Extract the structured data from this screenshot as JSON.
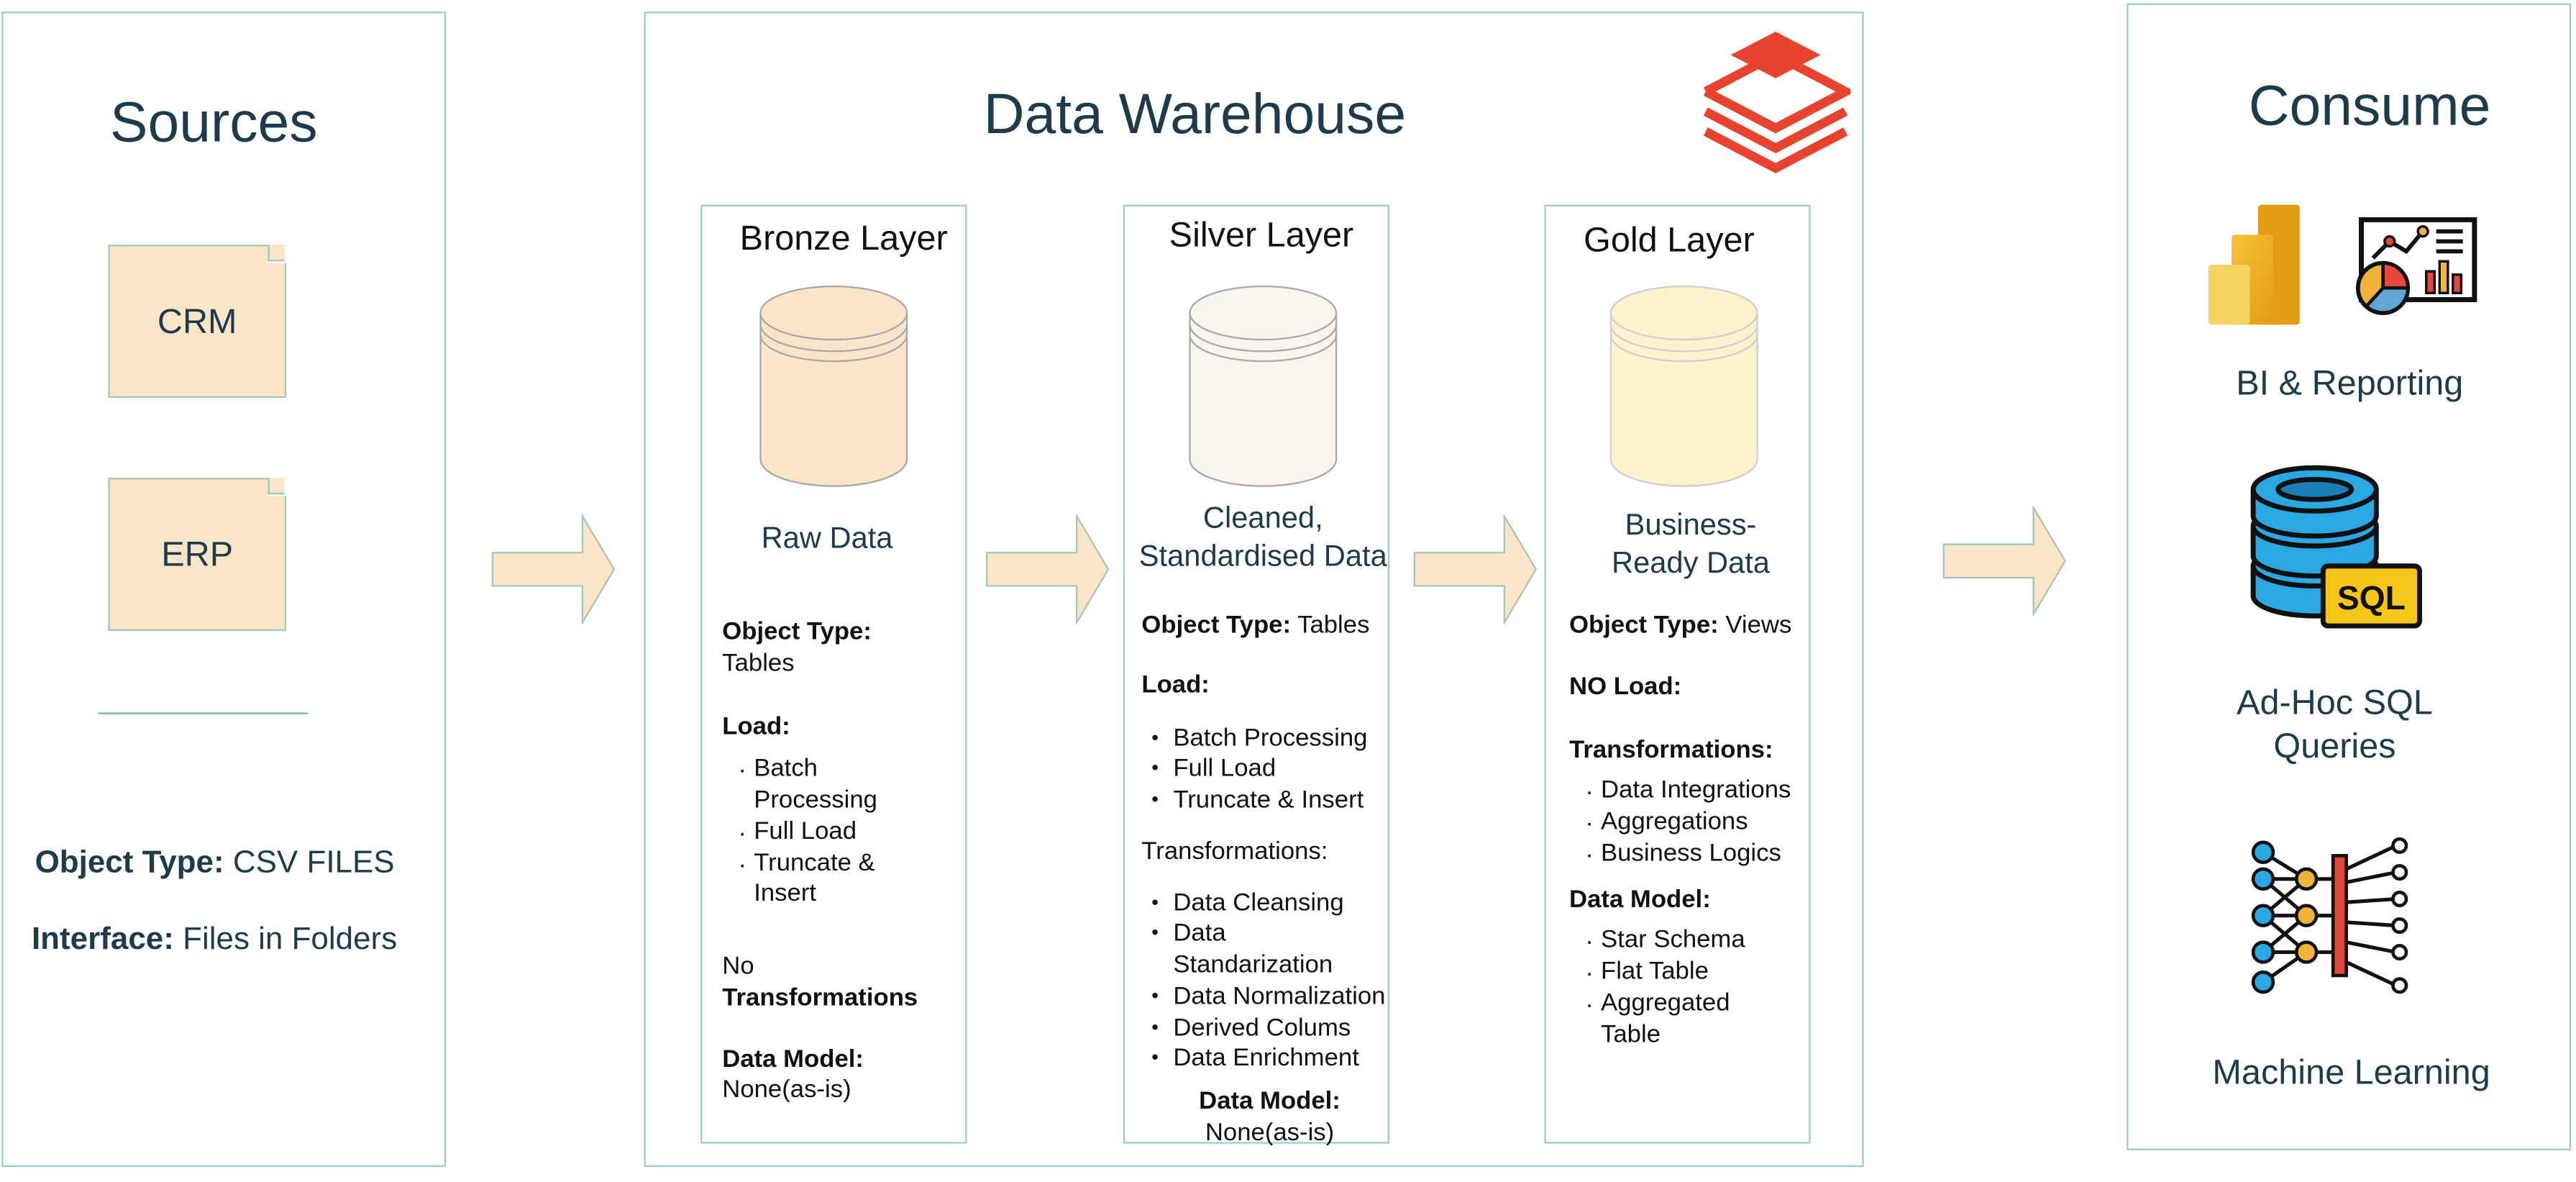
{
  "sources": {
    "title": "Sources",
    "files": [
      "CRM",
      "ERP"
    ],
    "object_type_label": "Object Type:",
    "object_type_value": "CSV FILES",
    "interface_label": "Interface:",
    "interface_value": "Files in Folders"
  },
  "warehouse": {
    "title": "Data Warehouse",
    "logo_icon": "databricks-stack-icon",
    "bronze": {
      "title": "Bronze Layer",
      "subtitle": "Raw Data",
      "object_type_label": "Object Type:",
      "object_type_value": "Tables",
      "load_label": "Load:",
      "load_items": [
        "Batch Processing",
        "Full Load",
        "Truncate & Insert"
      ],
      "transform_no": "No",
      "transform_label": "Transformations",
      "model_label": "Data Model:",
      "model_value": "None(as-is)"
    },
    "silver": {
      "title": "Silver Layer",
      "subtitle_line1": "Cleaned,",
      "subtitle_line2": "Standardised Data",
      "object_type_label": "Object Type:",
      "object_type_value": "Tables",
      "load_label": "Load:",
      "load_items": [
        "Batch Processing",
        "Full Load",
        "Truncate & Insert"
      ],
      "transform_label": "Transformations:",
      "transform_items": [
        "Data Cleansing",
        "Data Standarization",
        "Data Normalization",
        "Derived Colums",
        "Data Enrichment"
      ],
      "model_label": "Data Model:",
      "model_value": "None(as-is)"
    },
    "gold": {
      "title": "Gold Layer",
      "subtitle_line1": "Business-",
      "subtitle_line2": "Ready Data",
      "object_type_label": "Object Type:",
      "object_type_value": "Views",
      "load_label": "NO Load:",
      "transform_label": "Transformations:",
      "transform_items": [
        "Data Integrations",
        "Aggregations",
        "Business Logics"
      ],
      "model_label": "Data Model:",
      "model_items": [
        "Star Schema",
        "Flat Table",
        "Aggregated Table"
      ]
    }
  },
  "consume": {
    "title": "Consume",
    "items": [
      {
        "label": "BI & Reporting",
        "icons": [
          "power-bi-icon",
          "dashboard-icon"
        ]
      },
      {
        "label_line1": "Ad-Hoc SQL",
        "label_line2": "Queries",
        "icon": "sql-database-icon"
      },
      {
        "label": "Machine Learning",
        "icon": "neural-network-icon"
      }
    ]
  },
  "colors": {
    "border": "#9ccfc7",
    "heading": "#1d3b4a",
    "bronze": "#fbe5c8",
    "silver": "#f8f5ee",
    "gold": "#fdf0cc",
    "arrow_fill": "#fbe5c8",
    "logo": "#e8432e"
  }
}
